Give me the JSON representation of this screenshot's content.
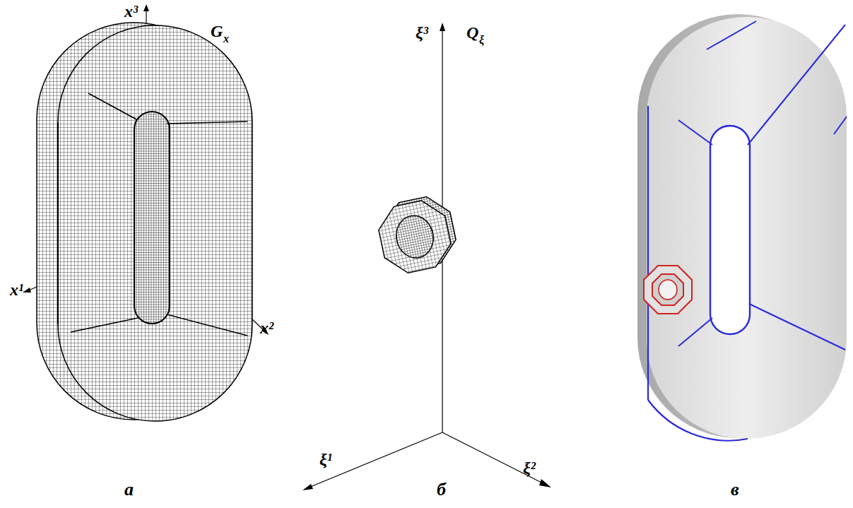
{
  "diagram": {
    "labels": [
      "x³",
      "G",
      "x",
      "x¹",
      "x²",
      "ξ³",
      "Q",
      "ξ",
      "ξ¹",
      "ξ²",
      "а",
      "б",
      "в"
    ]
  }
}
